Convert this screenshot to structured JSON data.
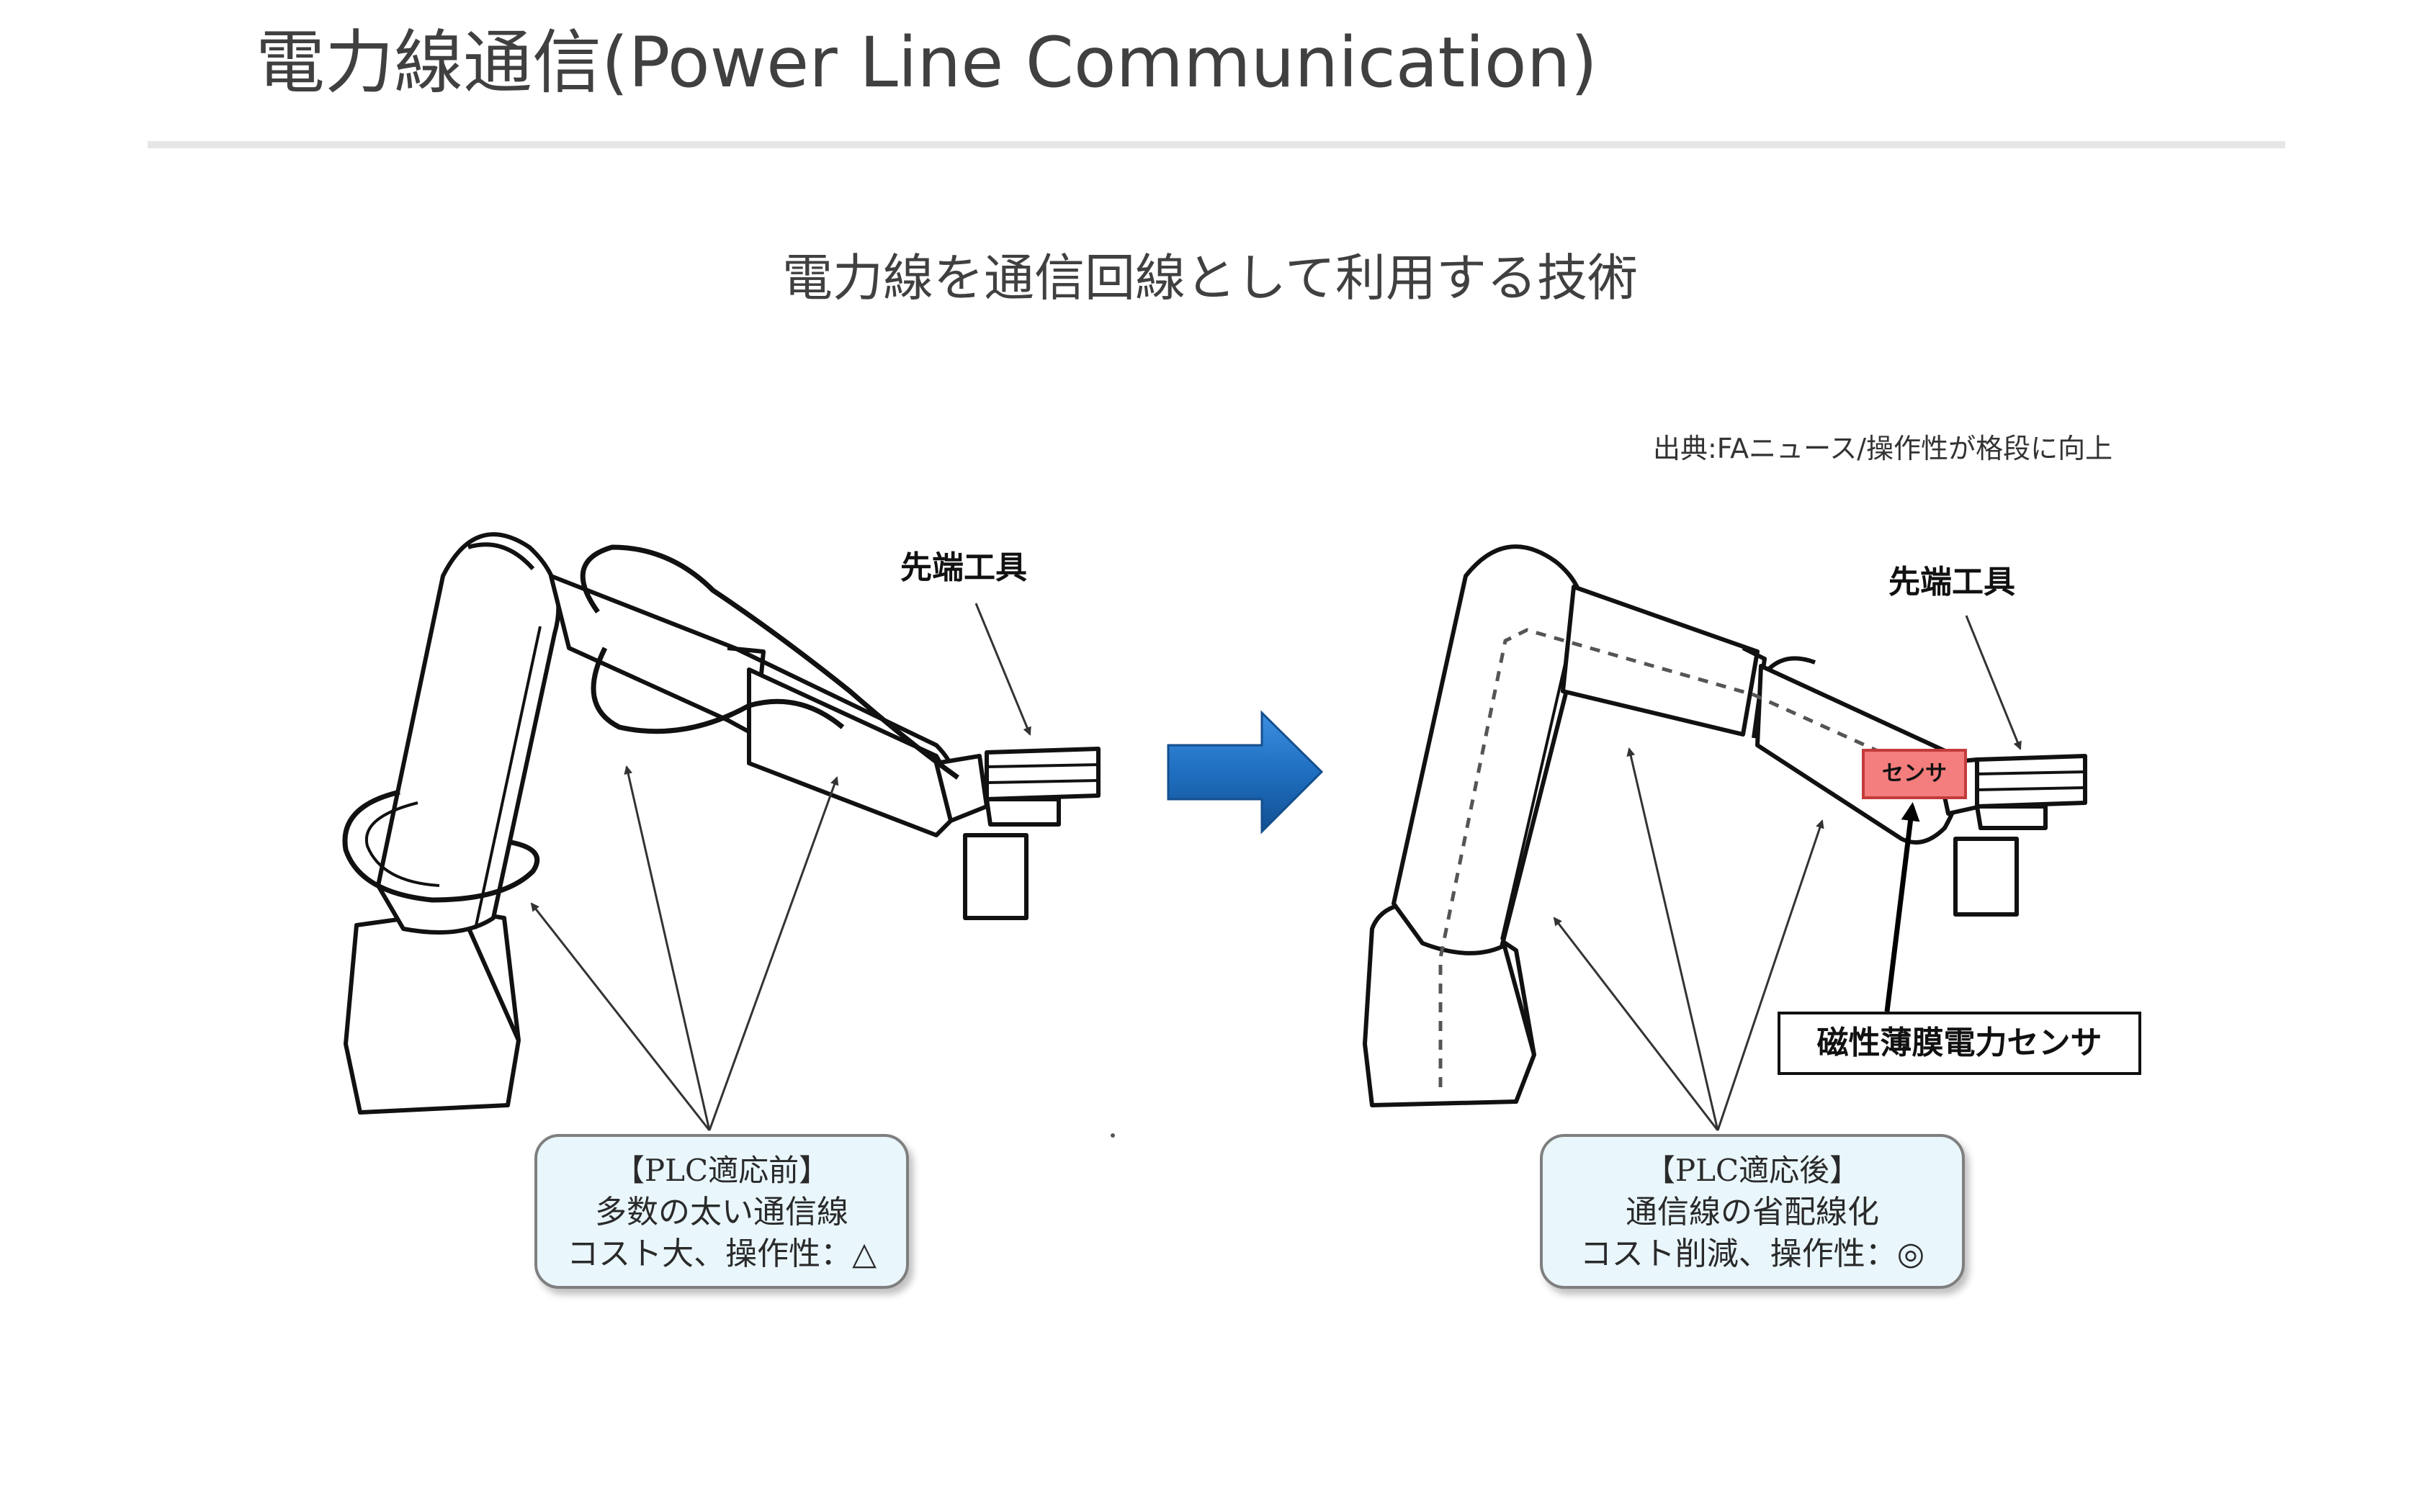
{
  "slide": {
    "title": "電力線通信(Power Line Communication)",
    "subtitle": "電力線を通信回線として利用する技術",
    "source": "出典:FAニュース/操作性が格段に向上"
  },
  "before": {
    "tip_label": "先端工具",
    "callout": {
      "heading": "【PLC適応前】",
      "line1": "多数の太い通信線",
      "line2": "コスト大、操作性：△"
    }
  },
  "after": {
    "tip_label": "先端工具",
    "sensor_tag": "センサ",
    "sensor_label": "磁性薄膜電力センサ",
    "callout": {
      "heading": "【PLC適応後】",
      "line1": "通信線の省配線化",
      "line2": "コスト削減、操作性：◎"
    }
  },
  "colors": {
    "arrow": "#1f6fc1",
    "sensor_fill": "#f47d7d",
    "callout_fill": "#e9f6fb",
    "title_text": "#404040"
  },
  "icons": {
    "transition": "right-arrow-icon"
  }
}
